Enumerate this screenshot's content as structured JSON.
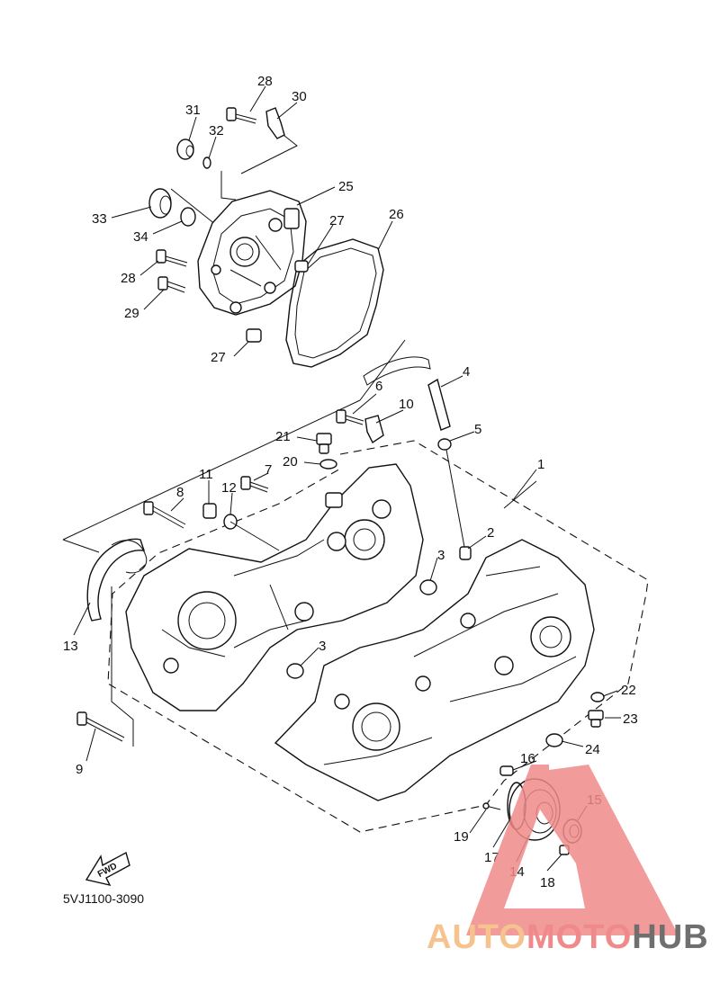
{
  "diagram_code": "5VJ1100-3090",
  "fwd_label": "FWD",
  "parts": [
    {
      "id": "1",
      "label": "1"
    },
    {
      "id": "2",
      "label": "2"
    },
    {
      "id": "3a",
      "label": "3"
    },
    {
      "id": "3b",
      "label": "3"
    },
    {
      "id": "4",
      "label": "4"
    },
    {
      "id": "5",
      "label": "5"
    },
    {
      "id": "6",
      "label": "6"
    },
    {
      "id": "7",
      "label": "7"
    },
    {
      "id": "8",
      "label": "8"
    },
    {
      "id": "9",
      "label": "9"
    },
    {
      "id": "10",
      "label": "10"
    },
    {
      "id": "11",
      "label": "11"
    },
    {
      "id": "12",
      "label": "12"
    },
    {
      "id": "13",
      "label": "13"
    },
    {
      "id": "14",
      "label": "14"
    },
    {
      "id": "15",
      "label": "15"
    },
    {
      "id": "16",
      "label": "16"
    },
    {
      "id": "17",
      "label": "17"
    },
    {
      "id": "18",
      "label": "18"
    },
    {
      "id": "19",
      "label": "19"
    },
    {
      "id": "20",
      "label": "20"
    },
    {
      "id": "21",
      "label": "21"
    },
    {
      "id": "22",
      "label": "22"
    },
    {
      "id": "23",
      "label": "23"
    },
    {
      "id": "24",
      "label": "24"
    },
    {
      "id": "25",
      "label": "25"
    },
    {
      "id": "26",
      "label": "26"
    },
    {
      "id": "27a",
      "label": "27"
    },
    {
      "id": "27b",
      "label": "27"
    },
    {
      "id": "28a",
      "label": "28"
    },
    {
      "id": "28b",
      "label": "28"
    },
    {
      "id": "29",
      "label": "29"
    },
    {
      "id": "30",
      "label": "30"
    },
    {
      "id": "31",
      "label": "31"
    },
    {
      "id": "32",
      "label": "32"
    },
    {
      "id": "33",
      "label": "33"
    },
    {
      "id": "34",
      "label": "34"
    }
  ],
  "watermark": {
    "part1": "AUTO",
    "part2": "MOTO",
    "part3": "HUB",
    "color1": "#f6c38e",
    "color2": "#f08a8a",
    "color3": "#6f6f6f",
    "triangle_color": "#f08a8a"
  }
}
